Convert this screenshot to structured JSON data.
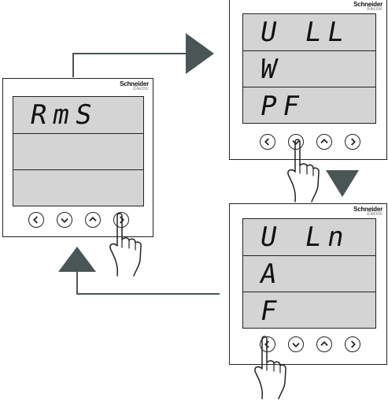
{
  "brand": {
    "name": "Schneider",
    "sub": "Electric"
  },
  "devices": [
    {
      "id": "rms-screen",
      "rows": [
        "RmS",
        "",
        ""
      ],
      "active_button": "right"
    },
    {
      "id": "voltage-ll-screen",
      "rows": [
        "U LL",
        "W",
        "PF"
      ],
      "active_button": "down"
    },
    {
      "id": "voltage-ln-screen",
      "rows": [
        "U Ln",
        "A",
        "F"
      ],
      "active_button": "left"
    }
  ],
  "buttons": [
    "left-icon",
    "down-icon",
    "up-icon",
    "right-icon"
  ],
  "colors": {
    "arrow": "#4a5656",
    "lcd": "#d4d4d4",
    "outline": "#222222"
  }
}
